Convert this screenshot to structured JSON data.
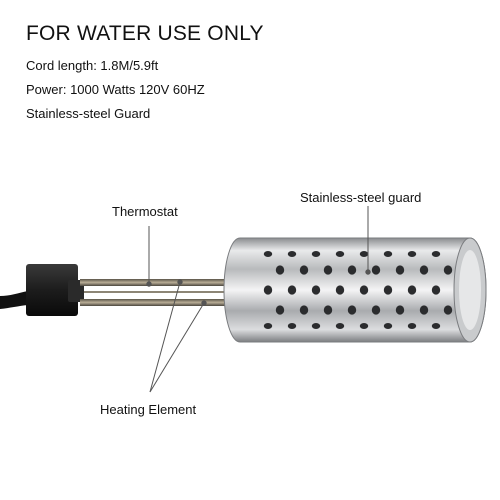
{
  "headline": "FOR WATER USE ONLY",
  "specs": [
    "Cord length: 1.8M/5.9ft",
    "Power: 1000 Watts 120V 60HZ",
    "Stainless-steel Guard"
  ],
  "callouts": {
    "thermostat": "Thermostat",
    "guard": "Stainless-steel guard",
    "heating_element": "Heating Element"
  },
  "colors": {
    "text": "#111111",
    "steel": "#cfd1d3",
    "handle": "#1a1a1a",
    "leader": "#555555"
  }
}
